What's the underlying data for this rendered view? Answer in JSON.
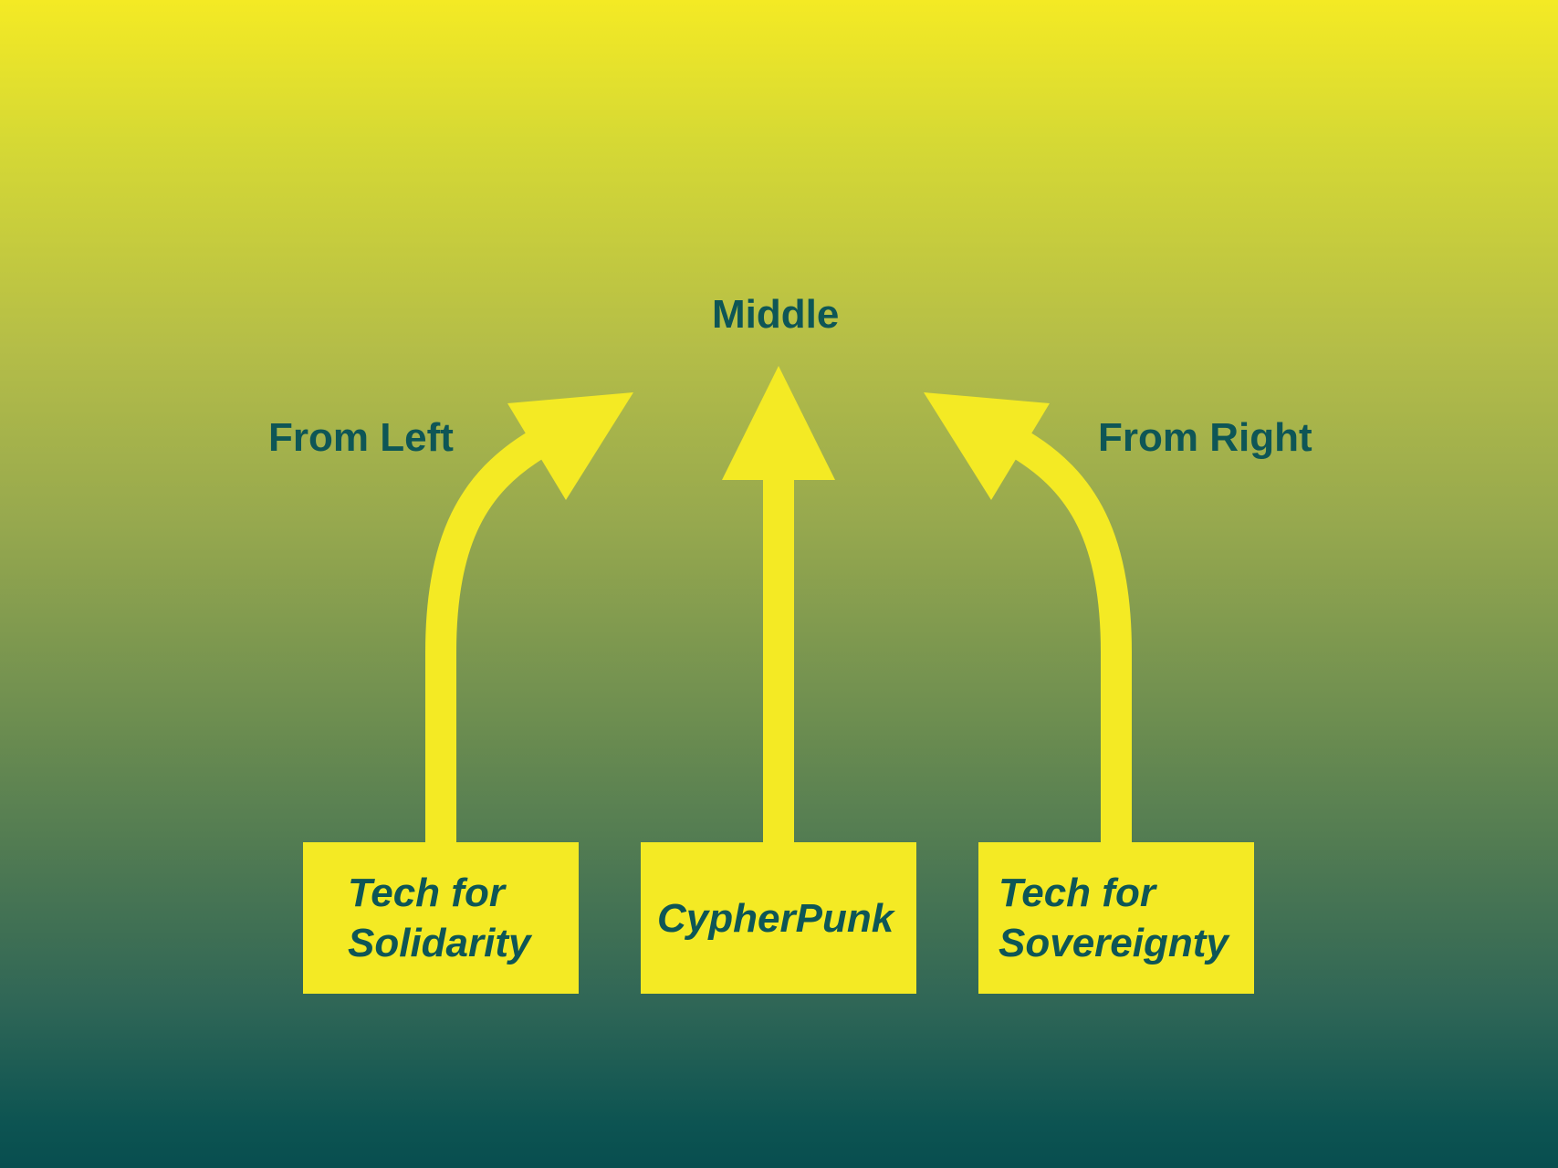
{
  "labels": {
    "middle": "Middle",
    "from_left": "From Left",
    "from_right": "From Right"
  },
  "boxes": {
    "left": {
      "line1": "Tech for",
      "line2": "Solidarity"
    },
    "center": {
      "line1": "CypherPunk"
    },
    "right": {
      "line1": "Tech for",
      "line2": "Sovereignty"
    }
  },
  "colors": {
    "accent_yellow": "#f4ea24",
    "text_teal": "#0e5656",
    "gradient_top": "#f4ea24",
    "gradient_bottom": "#084e4f"
  }
}
